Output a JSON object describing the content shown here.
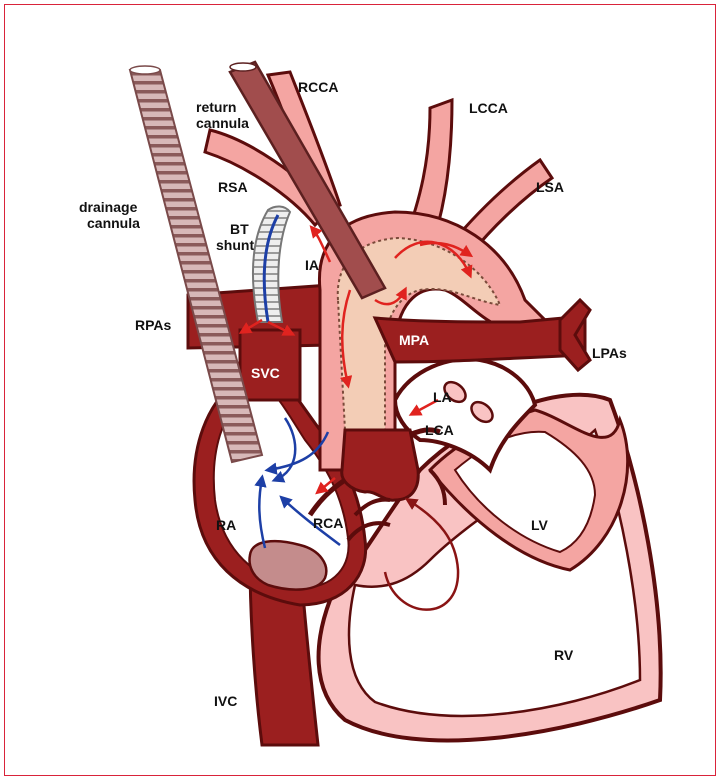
{
  "colors": {
    "frame": "#d9233a",
    "dark_vessel": "#9b1f1f",
    "dark_vessel_stroke": "#5c0c0c",
    "pink_vessel": "#f4a5a2",
    "pink_light": "#f9c3c3",
    "tan_lumen": "#f3cdb6",
    "arrow_red": "#e0231f",
    "arrow_blue": "#1d3fa6",
    "arrow_darkred": "#8a1414",
    "cannula_fill": "#c9a2a2",
    "cannula_stripe": "#8a5a5a",
    "shunt_fill": "#e9e9e9"
  },
  "labels": {
    "rcca": "RCCA",
    "lcca": "LCCA",
    "return_cannula_1": "return",
    "return_cannula_2": "cannula",
    "drainage_cannula_1": "drainage",
    "drainage_cannula_2": "cannula",
    "rsa": "RSA",
    "lsa": "LSA",
    "bt_shunt_1": "BT",
    "bt_shunt_2": "shunt",
    "ia": "IA",
    "rpas": "RPAs",
    "mpa": "MPA",
    "lpas": "LPAs",
    "svc": "SVC",
    "la": "LA",
    "lca": "LCA",
    "ra": "RA",
    "rca": "RCA",
    "lv": "LV",
    "rv": "RV",
    "ivc": "IVC"
  },
  "icons": {
    "flow_arrow": "arrow-icon"
  }
}
